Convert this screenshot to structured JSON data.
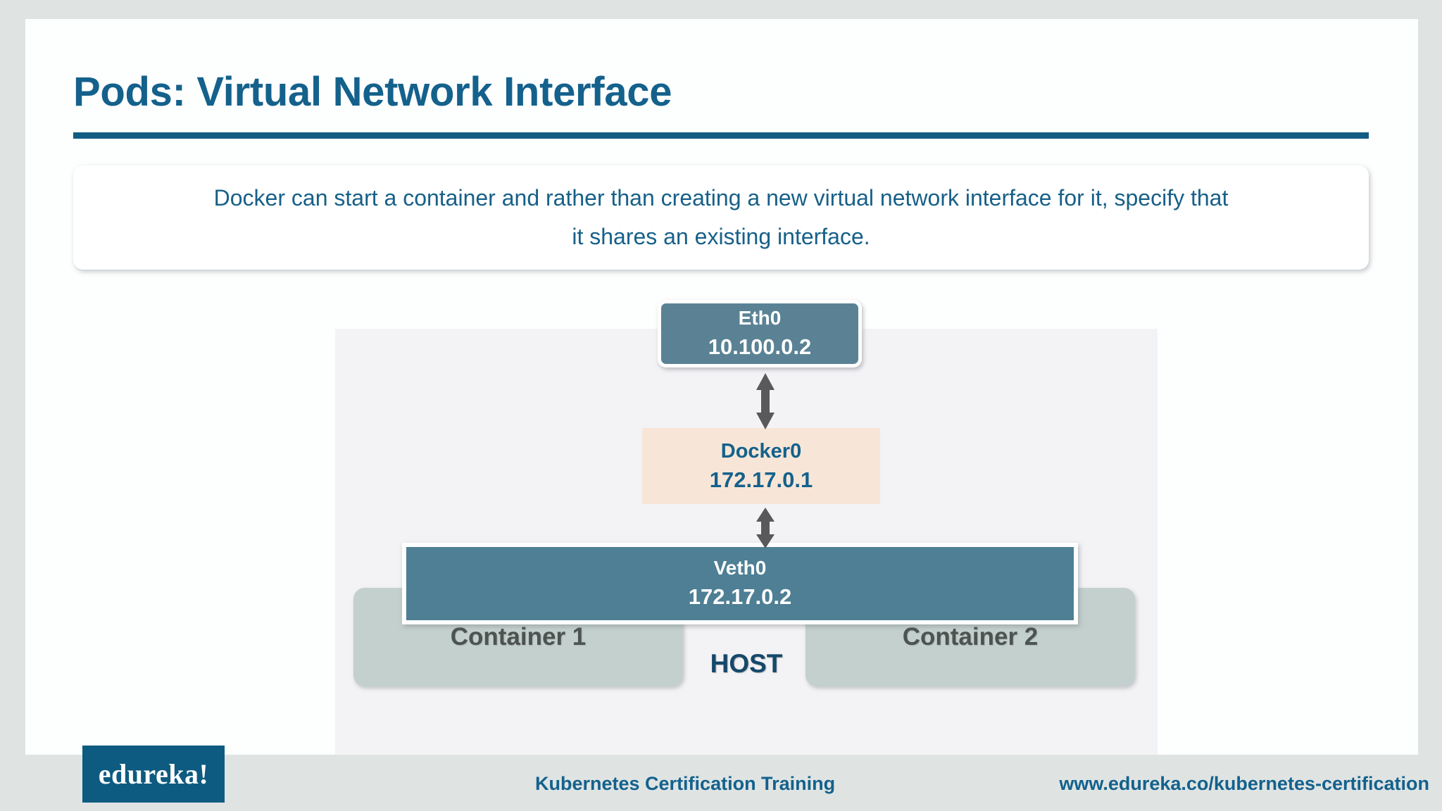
{
  "slide": {
    "title": "Pods: Virtual Network Interface",
    "callout": {
      "line1": "Docker can start a container and rather than creating a new virtual network interface for it, specify that",
      "line2": "it shares an existing interface."
    }
  },
  "diagram": {
    "host_label": "HOST",
    "nodes": {
      "eth0": {
        "name": "Eth0",
        "ip": "10.100.0.2"
      },
      "docker0": {
        "name": "Docker0",
        "ip": "172.17.0.1"
      },
      "veth0": {
        "name": "Veth0",
        "ip": "172.17.0.2"
      }
    },
    "containers": [
      {
        "label": "Container 1"
      },
      {
        "label": "Container 2"
      }
    ],
    "arrows": [
      {
        "name": "eth0-docker0-arrow",
        "direction": "bidirectional"
      },
      {
        "name": "docker0-veth0-arrow",
        "direction": "bidirectional"
      }
    ]
  },
  "footer": {
    "logo": "edureka!",
    "center": "Kubernetes Certification Training",
    "url": "www.edureka.co/kubernetes-certification"
  },
  "colors": {
    "page_background": "#dfe4e3",
    "slide_background": "#fdfefe",
    "title_blue": "#14618c",
    "rule_blue": "#125c84",
    "eth0_fill": "#5a8294",
    "docker0_fill": "#f7e6d7",
    "veth0_fill": "#4e7f94",
    "container_fill": "#c3d0cd",
    "host_fill": "#f3f2f5",
    "arrow_gray": "#595959",
    "logo_blue": "#0d5b80"
  }
}
